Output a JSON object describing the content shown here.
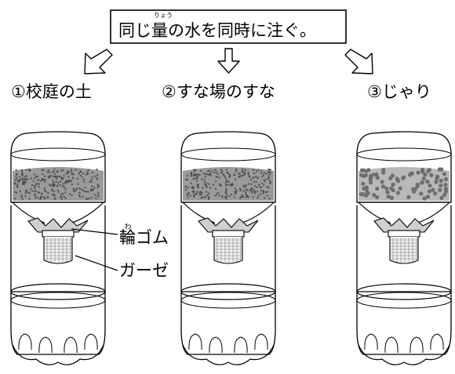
{
  "instruction": {
    "before": "同じ",
    "kanji": "量",
    "ruby": "りょう",
    "after": "の水を同時に注ぐ。"
  },
  "setups": [
    {
      "label": "①校庭の土",
      "material": "soil"
    },
    {
      "label": "②すな場のすな",
      "material": "sand"
    },
    {
      "label": "③じゃり",
      "material": "gravel"
    }
  ],
  "callouts": {
    "rubber_band_kanji": "輪",
    "rubber_band_ruby": "わ",
    "rubber_band_rest": "ゴム",
    "gauze": "ガーゼ"
  },
  "icons": [
    "down-left-arrow-icon",
    "down-arrow-icon",
    "down-right-arrow-icon"
  ],
  "colors": {
    "ink": "#000000",
    "fill": "#9a9a9a",
    "paper": "#ffffff"
  }
}
